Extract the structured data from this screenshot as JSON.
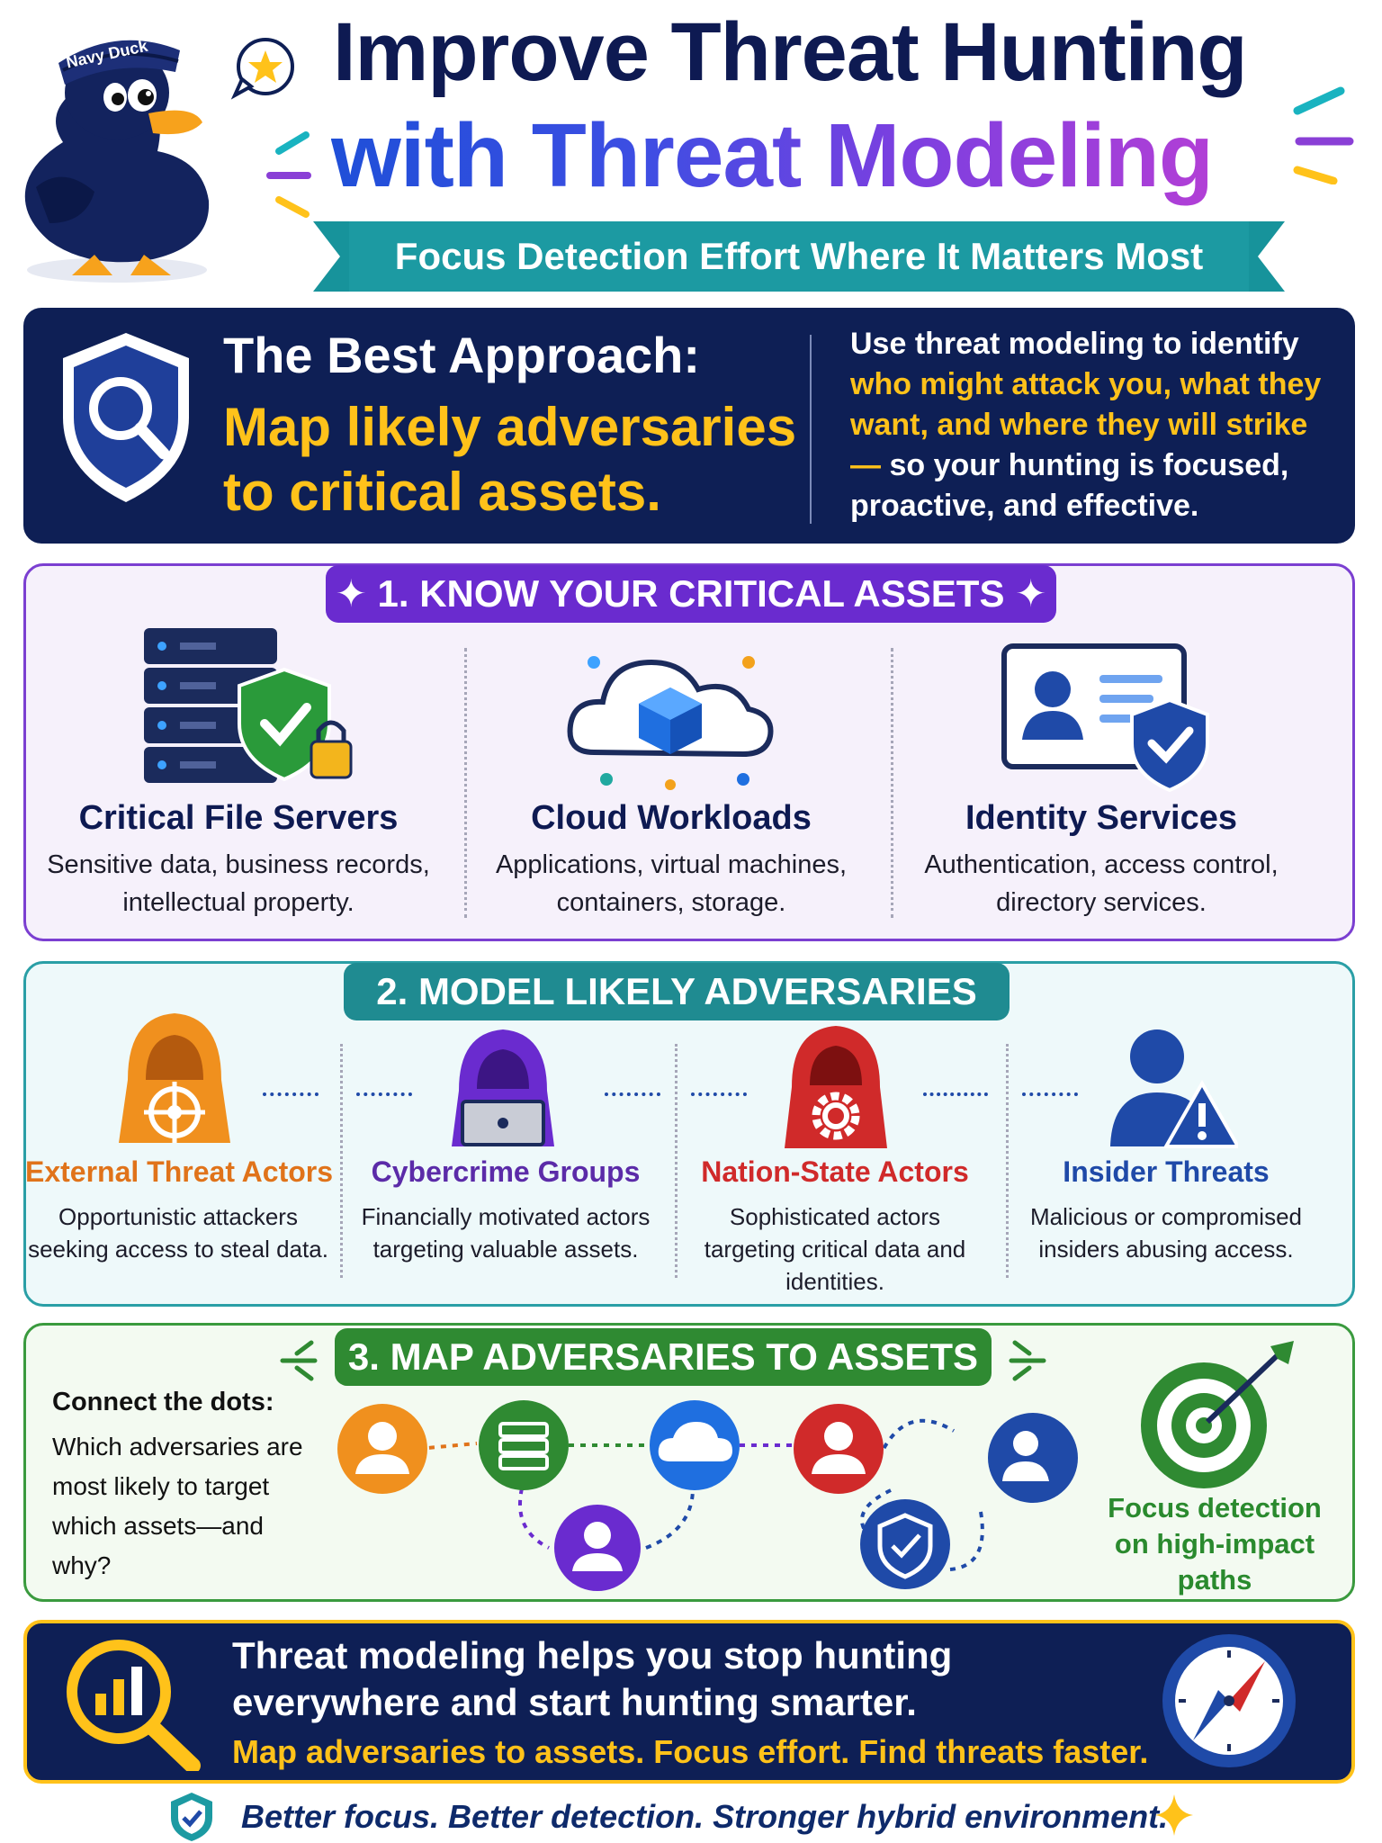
{
  "header": {
    "mascot_cap_text": "Navy Duck",
    "title_line1": "Improve Threat Hunting",
    "title_line2": "with Threat Modeling",
    "ribbon": "Focus Detection Effort Where It Matters Most"
  },
  "approach": {
    "heading": "The Best Approach:",
    "highlight_line1": "Map likely adversaries",
    "highlight_line2": "to critical assets.",
    "desc_intro": "Use threat modeling to identify",
    "desc_highlight": "who might attack you, what they want, and where they will strike—",
    "desc_outro": "so your hunting is focused, proactive, and effective."
  },
  "section1": {
    "title": "1. KNOW YOUR CRITICAL ASSETS",
    "items": [
      {
        "title": "Critical File Servers",
        "desc": "Sensitive data, business records, intellectual property."
      },
      {
        "title": "Cloud Workloads",
        "desc": "Applications, virtual machines, containers, storage."
      },
      {
        "title": "Identity Services",
        "desc": "Authentication, access control, directory services."
      }
    ]
  },
  "section2": {
    "title": "2. MODEL LIKELY ADVERSARIES",
    "items": [
      {
        "title": "External Threat Actors",
        "desc": "Opportunistic attackers seeking access to steal data.",
        "color": "#e0731a"
      },
      {
        "title": "Cybercrime Groups",
        "desc": "Financially motivated actors targeting valuable assets.",
        "color": "#5b2ba8"
      },
      {
        "title": "Nation-State Actors",
        "desc": "Sophisticated actors targeting critical data and identities.",
        "color": "#d02a2a"
      },
      {
        "title": "Insider Threats",
        "desc": "Malicious or compromised insiders abusing access.",
        "color": "#1f4aa8"
      }
    ]
  },
  "section3": {
    "title": "3. MAP ADVERSARIES TO ASSETS",
    "connect_heading": "Connect the dots:",
    "connect_desc": "Which adversaries are most likely to target which assets—and why?",
    "focus_text": "Focus detection on high-impact paths"
  },
  "bottom": {
    "line1": "Threat modeling helps you stop hunting",
    "line2": "everywhere and start hunting smarter.",
    "line3": "Map adversaries to assets. Focus effort. Find threats faster."
  },
  "footer": {
    "text": "Better focus. Better detection. Stronger hybrid environment."
  },
  "colors": {
    "navy": "#0e1f55",
    "yellow": "#ffc21a",
    "purple": "#6a2bcf",
    "teal": "#1f8b91",
    "green": "#2f8a32"
  }
}
